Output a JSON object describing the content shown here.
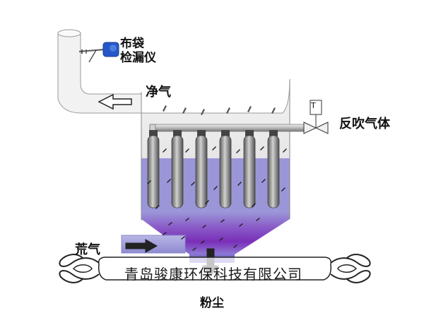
{
  "labels": {
    "detector_line1": "布袋",
    "detector_line2": "检漏仪",
    "clean_gas": "净气",
    "pulse_gas": "反吹气体",
    "dirty_gas": "荒气",
    "dust": "粉尘",
    "valve_symbol": "T"
  },
  "watermark": {
    "company": "青岛骏康环保科技有限公司"
  },
  "colors": {
    "dirty_zone": "#9b96d8",
    "hopper_dark": "#7a2fb8",
    "bag": "#8a8a8a",
    "detector": "#2457c8"
  }
}
